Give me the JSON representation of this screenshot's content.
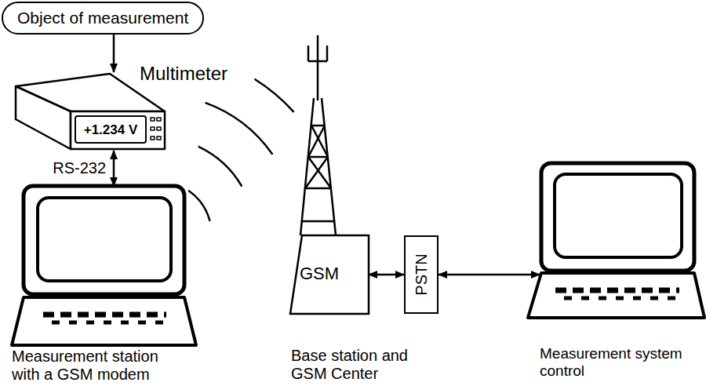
{
  "diagram": {
    "nodes": [
      {
        "text": [
          "Object of measurement"
        ]
      },
      {
        "text": [
          "+1.234 V"
        ]
      },
      {
        "text": [
          "Measurement station with a GSM modem"
        ]
      },
      {
        "text": [
          "GSM"
        ]
      },
      {
        "text": [
          "PSTN"
        ]
      },
      {
        "text": [
          "Measurement system control"
        ]
      }
    ],
    "edges": [
      {
        "from": 0,
        "to": 1,
        "arrow": "to"
      },
      {
        "from": 1,
        "to": 2,
        "label": "RS-232",
        "arrow": "both"
      },
      {
        "from": 3,
        "to": 4,
        "arrow": "both"
      },
      {
        "from": 4,
        "to": 5,
        "arrow": "both"
      }
    ],
    "labels": [
      "Multimeter",
      "Base station and GSM Center"
    ]
  }
}
